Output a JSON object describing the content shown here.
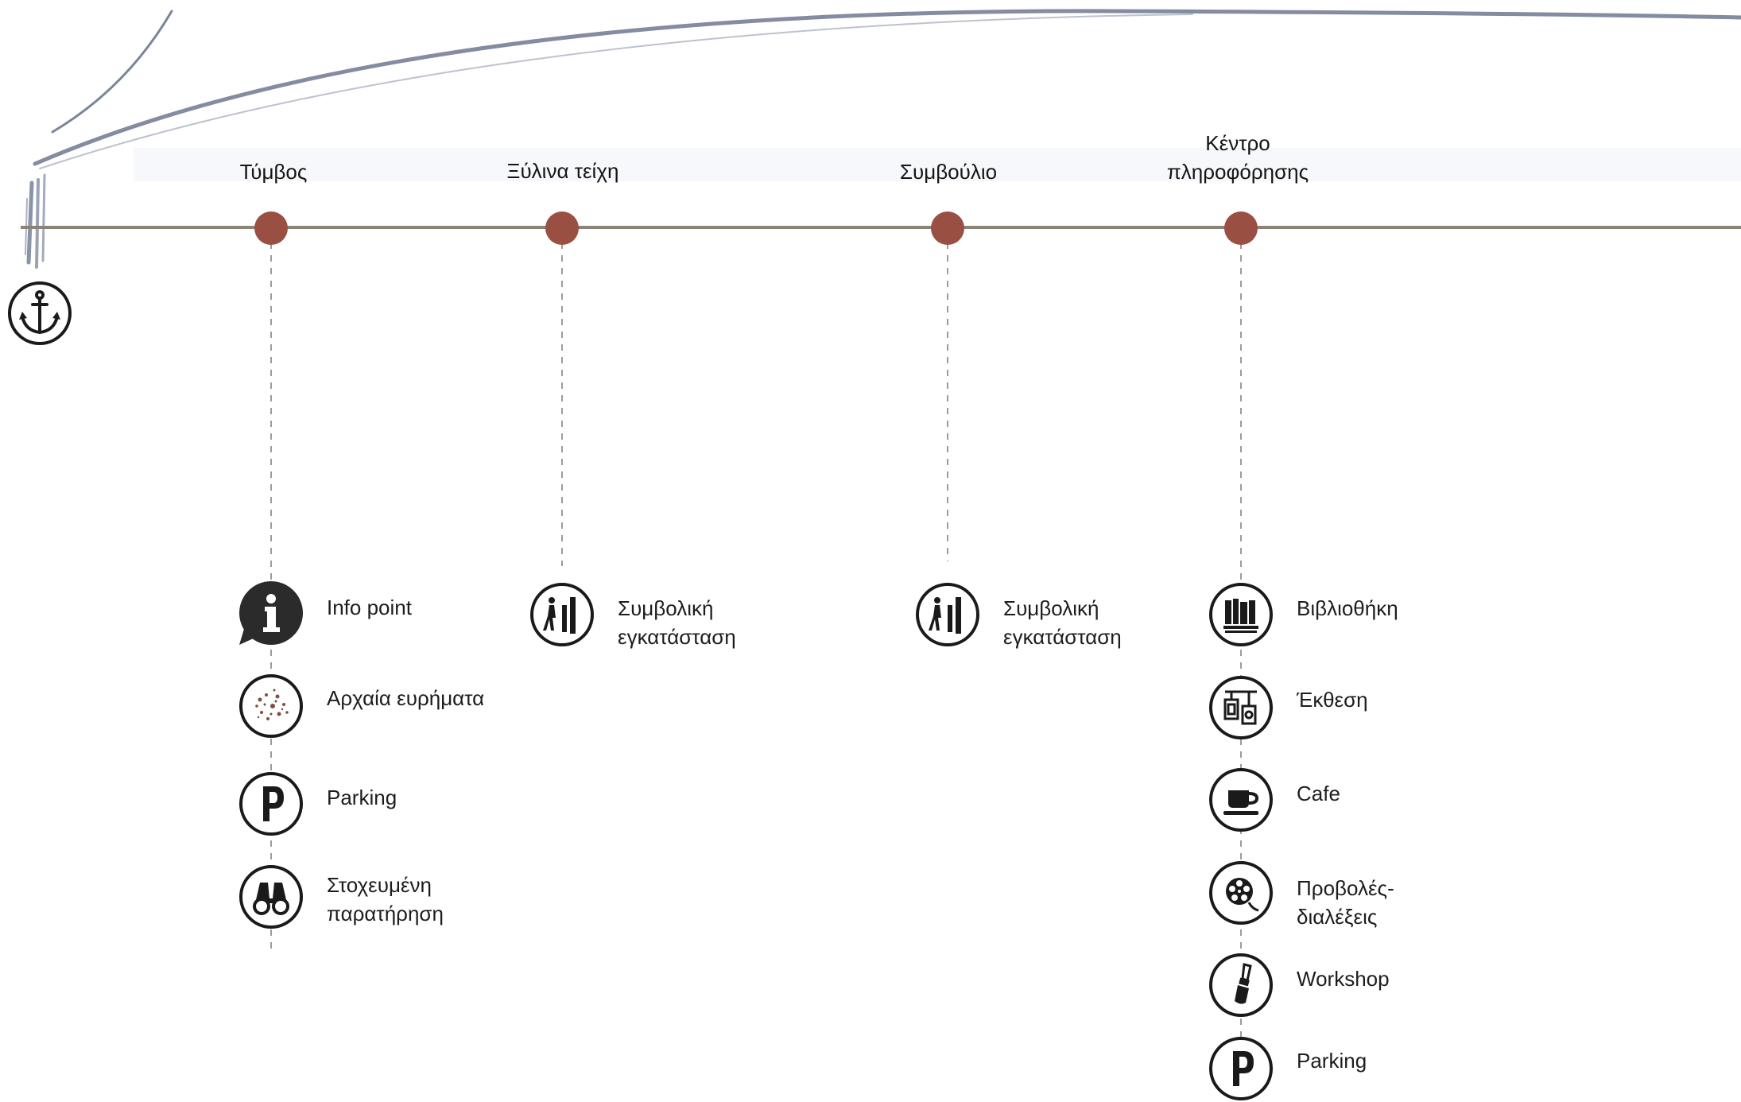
{
  "stops": [
    {
      "name": "Τύμβος"
    },
    {
      "name": "Ξύλινα τείχη"
    },
    {
      "name": "Συμβούλιο"
    },
    {
      "name": "Κέντρο\nπληροφόρησης"
    }
  ],
  "colors": {
    "route_line": "#8b8476",
    "stop_dot": "#9a4f43",
    "icon_dark": "#1a1a1a",
    "dashed": "#9c9c9c",
    "brush": "#5a6680"
  },
  "start_icon": "anchor-icon",
  "pois": {
    "tymbos": [
      {
        "label": "Info point",
        "icon": "info-bubble-icon"
      },
      {
        "label": "Αρχαία ευρήματα",
        "icon": "artifacts-icon"
      },
      {
        "label": "Parking",
        "icon": "parking-icon"
      },
      {
        "label": "Στοχευμένη\nπαρατήρηση",
        "icon": "binoculars-icon"
      }
    ],
    "xylina": [
      {
        "label": "Συμβολική\nεγκατάσταση",
        "icon": "installation-icon"
      }
    ],
    "symvoulio": [
      {
        "label": "Συμβολική\nεγκατάσταση",
        "icon": "installation-icon"
      }
    ],
    "kentro": [
      {
        "label": "Βιβλιοθήκη",
        "icon": "library-icon"
      },
      {
        "label": "Έκθεση",
        "icon": "exhibition-icon"
      },
      {
        "label": "Cafe",
        "icon": "coffee-cup-icon"
      },
      {
        "label": "Προβολές-\nδιαλέξεις",
        "icon": "film-reel-icon"
      },
      {
        "label": "Workshop",
        "icon": "paintbrush-icon"
      },
      {
        "label": "Parking",
        "icon": "parking-icon"
      }
    ]
  }
}
